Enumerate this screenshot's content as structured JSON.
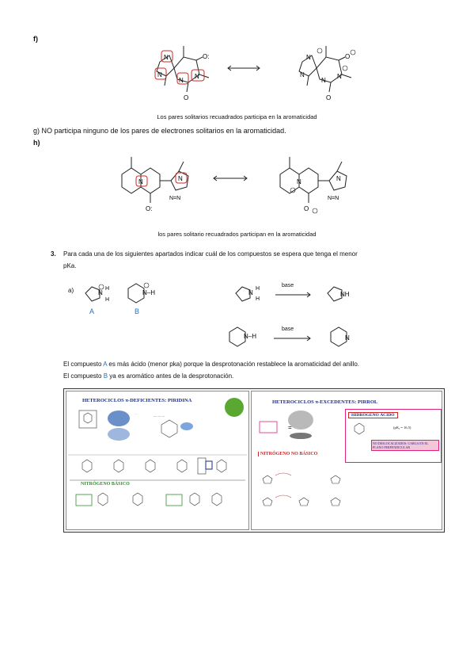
{
  "item_f": "f)",
  "caption_f": "Los pares solitarios recuadrados participa en la aromaticidad",
  "item_g": "g)  NO participa ninguno de los pares de electrones solitarios en la aromaticidad.",
  "item_h": "h)",
  "caption_h": "los pares solitario recuadrados participan en la aromaticidad",
  "q3": {
    "number": "3.",
    "text_line1": "Para cada una de los siguientes apartados indicar cuál de los compuestos se espera que tenga el menor",
    "text_line2": "pKa.",
    "part_a": "a)",
    "label_A": "A",
    "label_B": "B",
    "arrow_label": "base"
  },
  "answer": {
    "l1_pre": "El compuesto ",
    "l1_letter": "A",
    "l1_post": " es más ácido (menor pka) porque la desprotonación restablece la aromaticidad del anillo.",
    "l2_pre": "El compuesto ",
    "l2_letter": "B",
    "l2_post": " ya es aromático antes de la desprotonación."
  },
  "panel_left": {
    "title": "HETEROCICLOS π-DEFICIENTES: PIRIDINA",
    "subtitle": "NITRÓGENO BÁSICO"
  },
  "panel_right": {
    "title": "HETEROCICLOS π-EXCEDENTES: PIRROL",
    "box1": "HIDRÓGENO ÁCIDO",
    "pka": "(pKₐ = 16.5)",
    "box2": "NO DESLOCALIZADOS: CARGA EN EL PLANO PERPENDICULAR",
    "subtitle": "NITRÓGENO NO BÁSICO"
  },
  "colors": {
    "red": "#cc2a2a",
    "blue": "#1a73c9",
    "magenta": "#e0217e",
    "navy": "#1a2a8c"
  }
}
